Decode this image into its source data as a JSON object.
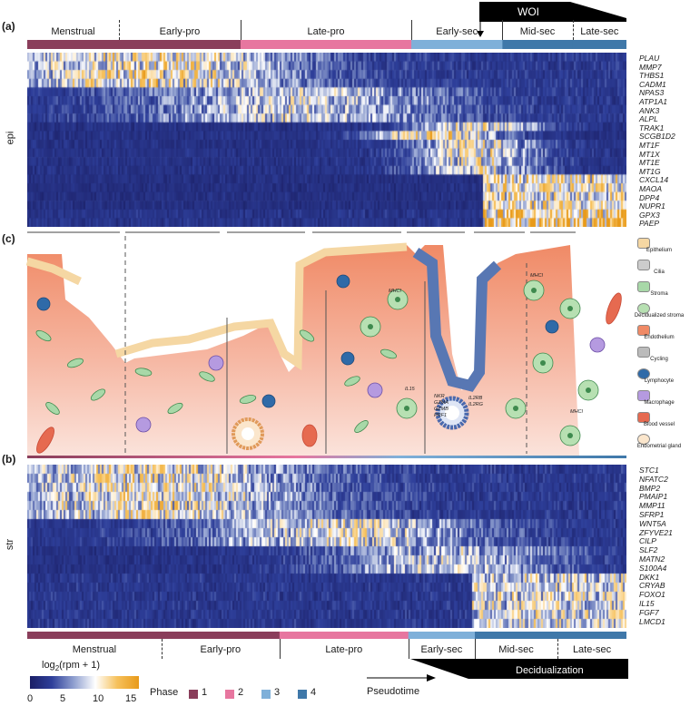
{
  "panel_letters": {
    "a": "(a)",
    "b": "(b)",
    "c": "(c)"
  },
  "woi_label": "WOI",
  "decidualization_label": "Decidualization",
  "pseudotime_label": "Pseudotime",
  "top_phases": [
    {
      "name": "Menstrual",
      "color": "#8a3e5b",
      "frac": 0.153
    },
    {
      "name": "Early-pro",
      "color": "#8a3e5b",
      "frac": 0.203
    },
    {
      "name": "Late-pro",
      "color": "#e7769f",
      "frac": 0.285
    },
    {
      "name": "Early-sec",
      "color": "#7fb0d9",
      "frac": 0.152
    },
    {
      "name": "Mid-sec",
      "color": "#3f78a9",
      "frac": 0.117
    },
    {
      "name": "Late-sec",
      "color": "#3f78a9",
      "frac": 0.09
    }
  ],
  "bottom_phases": [
    {
      "name": "Menstrual",
      "color": "#8a3e5b",
      "frac": 0.224
    },
    {
      "name": "Early-pro",
      "color": "#8a3e5b",
      "frac": 0.197
    },
    {
      "name": "Late-pro",
      "color": "#e7769f",
      "frac": 0.215
    },
    {
      "name": "Early-sec",
      "color": "#7fb0d9",
      "frac": 0.111
    },
    {
      "name": "Mid-sec",
      "color": "#3f78a9",
      "frac": 0.138
    },
    {
      "name": "Late-sec",
      "color": "#3f78a9",
      "frac": 0.115
    }
  ],
  "epi_label": "epi",
  "str_label": "str",
  "epi_genes": [
    "PLAU",
    "MMP7",
    "THBS1",
    "CADM1",
    "NPAS3",
    "ATP1A1",
    "ANK3",
    "ALPL",
    "TRAK1",
    "SCGB1D2",
    "MT1F",
    "MT1X",
    "MT1E",
    "MT1G",
    "CXCL14",
    "MAOA",
    "DPP4",
    "NUPR1",
    "GPX3",
    "PAEP"
  ],
  "str_genes": [
    "STC1",
    "NFATC2",
    "BMP2",
    "PMAIP1",
    "MMP11",
    "SFRP1",
    "WNT5A",
    "ZFYVE21",
    "CILP",
    "SLF2",
    "MATN2",
    "S100A4",
    "DKK1",
    "CRYAB",
    "FOXO1",
    "IL15",
    "FGF7",
    "LMCD1"
  ],
  "colorbar": {
    "title": "log",
    "title_sub": "2",
    "title_rest": "(rpm + 1)",
    "ticks": [
      "0",
      "5",
      "10",
      "15"
    ],
    "stops": [
      "#1b1f66",
      "#2e3f9a",
      "#8f9fcf",
      "#ffffff",
      "#f6c15c",
      "#e89a1a"
    ]
  },
  "phase_legend": {
    "title": "Phase",
    "items": [
      {
        "label": "1",
        "color": "#8a3e5b"
      },
      {
        "label": "2",
        "color": "#e7769f"
      },
      {
        "label": "3",
        "color": "#7fb0d9"
      },
      {
        "label": "4",
        "color": "#3f78a9"
      }
    ]
  },
  "cell_legend": [
    {
      "label": "Epithelium",
      "icon": "epithelium-icon"
    },
    {
      "label": "Cilia",
      "icon": "cilia-icon"
    },
    {
      "label": "Stroma",
      "icon": "stroma-icon"
    },
    {
      "label": "Decidualized stroma",
      "icon": "decidualized-stroma-icon"
    },
    {
      "label": "Endothelium",
      "icon": "endothelium-icon"
    },
    {
      "label": "Cycling",
      "icon": "cycling-icon"
    },
    {
      "label": "Lymphocyte",
      "icon": "lymphocyte-icon"
    },
    {
      "label": "Macrophage",
      "icon": "macrophage-icon"
    },
    {
      "label": "Blood vessel",
      "icon": "blood-vessel-icon"
    },
    {
      "label": "Endometrial gland",
      "icon": "endometrial-gland-icon"
    }
  ],
  "diagram_notes": {
    "mhc1": "MHCI",
    "il15": "IL15",
    "nkr": "NKR",
    "gzma": "GZMA",
    "gzmb": "GZMB",
    "prf1": "PRF1",
    "il2rb": "IL2RB",
    "il2rg": "IL2RG"
  }
}
